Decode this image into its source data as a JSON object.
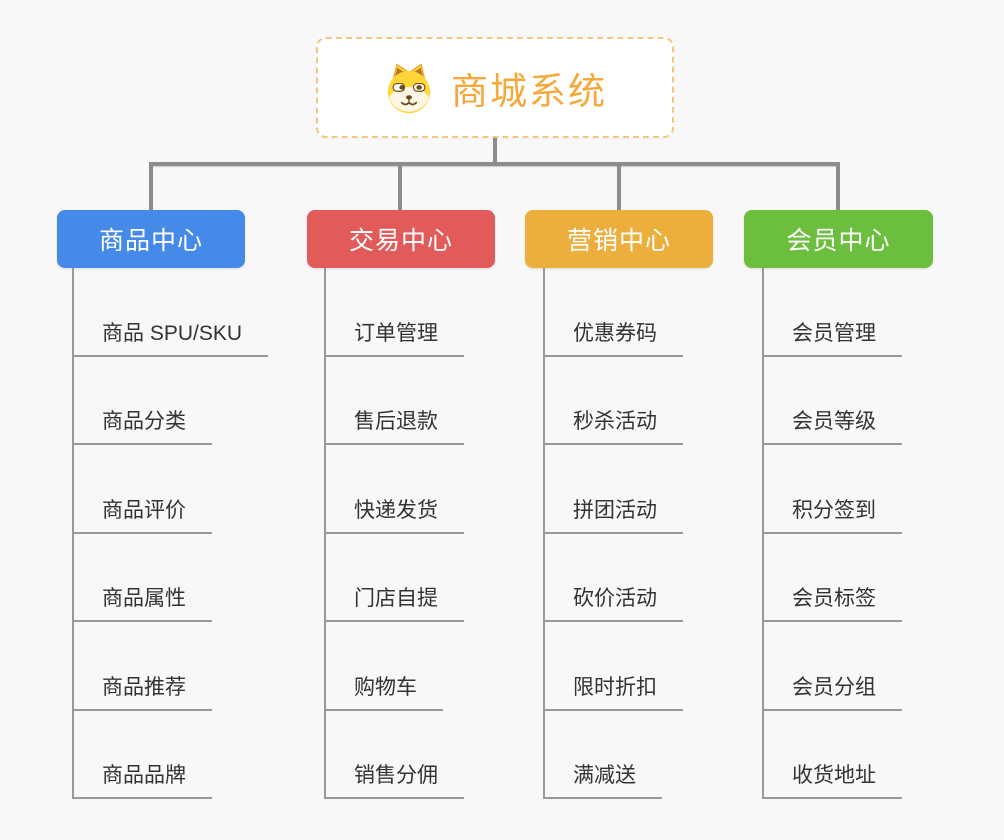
{
  "root": {
    "title": "商城系统",
    "icon": "shiba-dog-icon",
    "accent_color": "#f5a93c",
    "border_color": "#f3c684"
  },
  "connector_color": "#8c8c8c",
  "background_color": "#f8f8f8",
  "branches": [
    {
      "label": "商品中心",
      "color": "#4589e9",
      "items": [
        "商品 SPU/SKU",
        "商品分类",
        "商品评价",
        "商品属性",
        "商品推荐",
        "商品品牌"
      ]
    },
    {
      "label": "交易中心",
      "color": "#e25b5b",
      "items": [
        "订单管理",
        "售后退款",
        "快递发货",
        "门店自提",
        "购物车",
        "销售分佣"
      ]
    },
    {
      "label": "营销中心",
      "color": "#ecae3c",
      "items": [
        "优惠券码",
        "秒杀活动",
        "拼团活动",
        "砍价活动",
        "限时折扣",
        "满减送"
      ]
    },
    {
      "label": "会员中心",
      "color": "#6cbe3f",
      "items": [
        "会员管理",
        "会员等级",
        "积分签到",
        "会员标签",
        "会员分组",
        "收货地址"
      ]
    }
  ]
}
